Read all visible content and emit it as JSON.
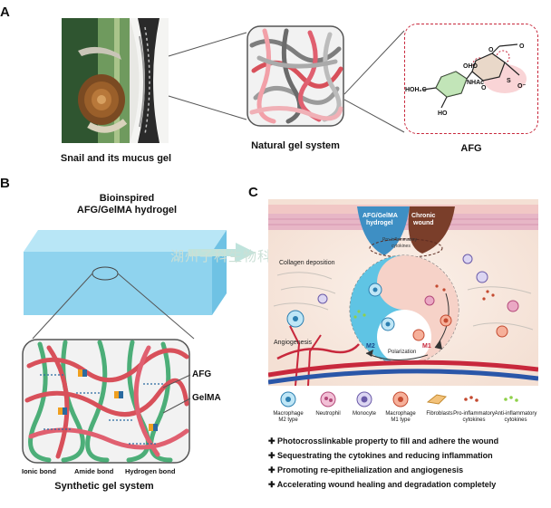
{
  "panels": {
    "a": "A",
    "b": "B",
    "c": "C"
  },
  "panelA": {
    "snail_caption": "Snail and its mucus gel",
    "natural_caption": "Natural gel system",
    "afg_caption": "AFG",
    "molecule": {
      "oho": "OHO",
      "nhac": "NHAc",
      "hoh2c": "HOH₂C",
      "ho": "HO",
      "o1": "O",
      "o2": "O",
      "o3": "O",
      "so3": "S",
      "osym": "O⁻"
    }
  },
  "panelB": {
    "title_line1": "Bioinspired",
    "title_line2": "AFG/GelMA hydrogel",
    "label_afg": "AFG",
    "label_gelma": "GelMA",
    "bond_ionic": "Ionic bond",
    "bond_amide": "Amide bond",
    "bond_hydrogen": "Hydrogen bond",
    "caption": "Synthetic gel system"
  },
  "panelC": {
    "hydrogel_line1": "AFG/GelMA",
    "hydrogel_line2": "hydrogel",
    "wound_line1": "Chronic",
    "wound_line2": "wound",
    "pro_cyto_line1": "Pro-inflammatory",
    "pro_cyto_line2": "cytokines",
    "collagen": "Collagen deposition",
    "angiogenesis": "Angiogenesis",
    "polarization": "Polarization",
    "m2": "M2",
    "m1": "M1"
  },
  "legend": [
    {
      "line1": "Macrophage",
      "line2": "M2 type"
    },
    {
      "line1": "Neutrophil",
      "line2": ""
    },
    {
      "line1": "Monocyte",
      "line2": ""
    },
    {
      "line1": "Macrophage",
      "line2": "M1 type"
    },
    {
      "line1": "Fibroblasts",
      "line2": ""
    },
    {
      "line1": "Pro-inflammatory",
      "line2": "cytokines"
    },
    {
      "line1": "Anti-inflammatory",
      "line2": "cytokines"
    }
  ],
  "bullets": [
    "Photocrosslinkable property to fill and adhere the wound",
    "Sequestrating the cytokines and reducing inflammation",
    "Promoting re-epithelialization and angiogenesis",
    "Accelerating wound healing and degradation completely"
  ],
  "watermark": "湖州子科生物科技有限公司",
  "colors": {
    "red_fiber": "#d8505a",
    "pink_fiber": "#f2a0a8",
    "gray_fiber": "#8a8a8a",
    "green_fiber": "#4cae78",
    "blue_gel": "#8fd3ee",
    "dashed_red": "#c8283c"
  }
}
